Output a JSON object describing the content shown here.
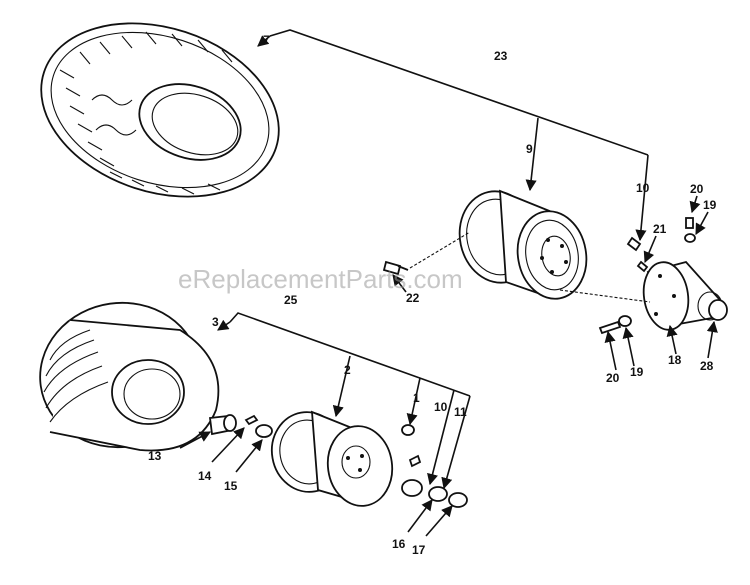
{
  "watermark": "eReplacementParts.com",
  "callouts": {
    "p7": "7",
    "p23": "23",
    "p9": "9",
    "p10a": "10",
    "p20a": "20",
    "p19a": "19",
    "p21": "21",
    "p22": "22",
    "p20b": "20",
    "p19b": "19",
    "p18": "18",
    "p28": "28",
    "p25": "25",
    "p3": "3",
    "p2": "2",
    "p1": "1",
    "p10b": "10",
    "p11": "11",
    "p13": "13",
    "p14": "14",
    "p15": "15",
    "p16": "16",
    "p17": "17"
  }
}
